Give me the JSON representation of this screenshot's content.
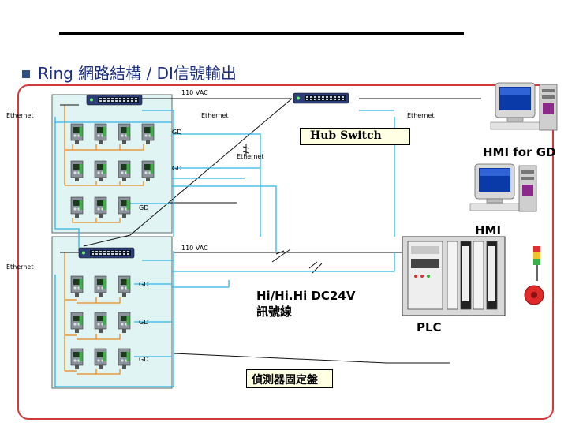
{
  "header": {
    "title": "Ring 網路結構 / DI信號輸出"
  },
  "labels": {
    "vac_top": "110 VAC",
    "vac_bottom": "110 VAC",
    "ethernet_left_top": "Ethernet",
    "ethernet_mid_top": "Ethernet",
    "ethernet_right_top": "Ethernet",
    "ethernet_middle": "Ethernet",
    "ethernet_left_bottom": "Ethernet",
    "gd_1": "GD",
    "gd_2": "GD",
    "gd_3": "GD",
    "gd_4": "GD",
    "gd_5": "GD",
    "gd_6": "GD"
  },
  "callouts": {
    "hub_switch": "Hub Switch",
    "detector_panel": "偵測器固定盤"
  },
  "devices": {
    "hmi_for_gd": "HMI for GD",
    "hmi": "HMI",
    "plc": "PLC"
  },
  "signal": {
    "line1": "Hi/Hi.Hi DC24V",
    "line2": "訊號線"
  },
  "colors": {
    "frame": "#d23a3a",
    "panel": "#e0f4f4",
    "cable_cyan": "#2fb3e8",
    "wire_orange": "#e88a1f",
    "title": "#1a2f80"
  },
  "icons": {
    "switch": "network-switch-icon",
    "detector": "gas-detector-icon",
    "computer": "desktop-computer-icon",
    "plc": "plc-rack-icon",
    "beacon": "signal-tower-icon",
    "horn": "alarm-horn-icon"
  }
}
